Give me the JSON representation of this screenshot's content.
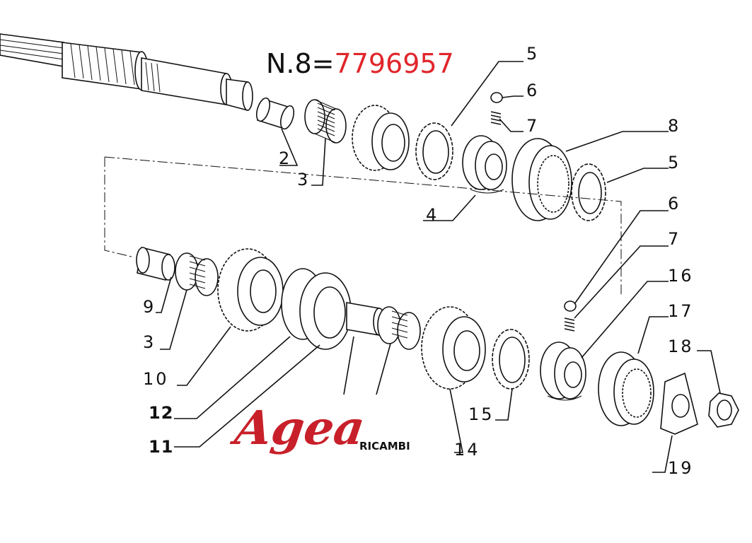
{
  "header": {
    "prefix": "N.8=",
    "code": "7796957",
    "prefix_color": "#111111",
    "code_color": "#e0262b"
  },
  "logo": {
    "brand": "Agea",
    "sub": "RICAMBI",
    "color": "#c8202a"
  },
  "labels": {
    "l2": "2",
    "l3a": "3",
    "l5a": "5",
    "l6a": "6",
    "l7a": "7",
    "l8": "8",
    "l5b": "5",
    "l4": "4",
    "l6b": "6",
    "l7b": "7",
    "l16": "16",
    "l17": "17",
    "l18": "18",
    "l9": "9",
    "l3b": "3",
    "l10": "10",
    "l12": "12",
    "l11": "11",
    "l15": "15",
    "l14": "14",
    "l19": "19"
  }
}
